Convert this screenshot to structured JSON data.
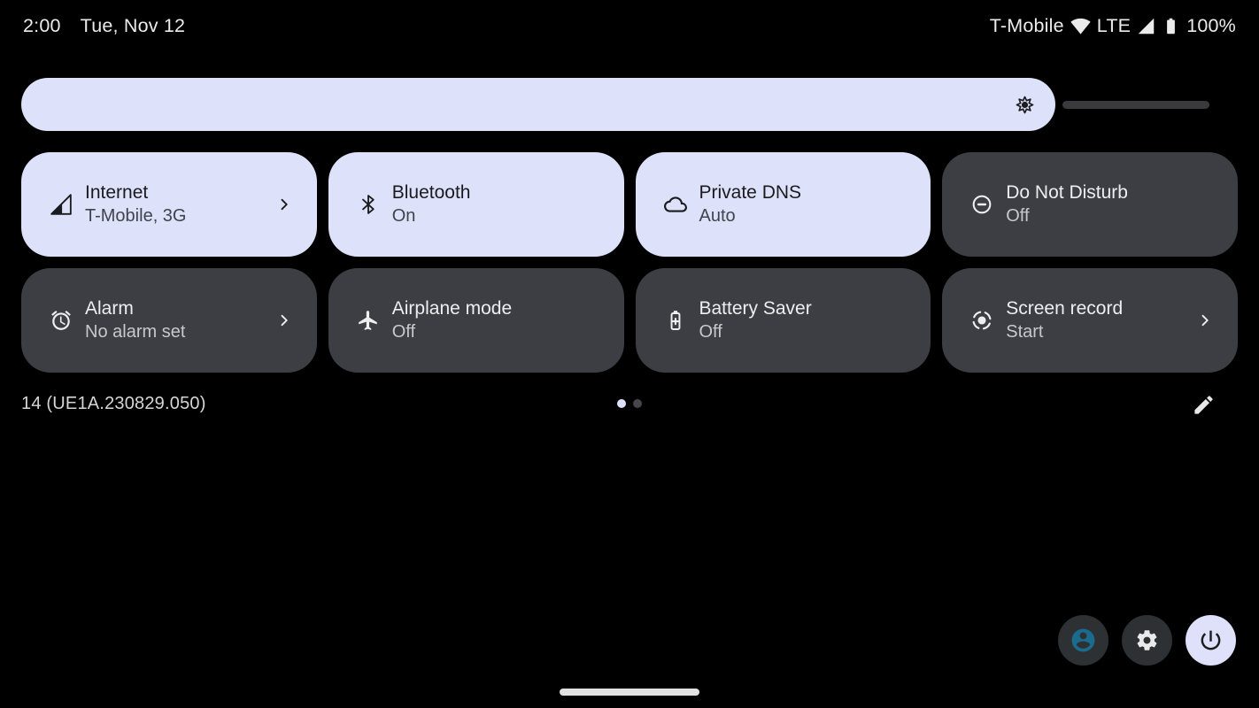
{
  "status_bar": {
    "time": "2:00",
    "date": "Tue, Nov 12",
    "carrier": "T-Mobile",
    "network_type": "LTE",
    "battery_percent": "100%",
    "icons": [
      "wifi-icon",
      "cellular-signal-icon",
      "battery-icon"
    ]
  },
  "brightness": {
    "icon": "brightness-icon",
    "value_percent": 87
  },
  "tiles": [
    {
      "name": "internet",
      "icon": "signal-icon",
      "title": "Internet",
      "subtitle": "T-Mobile, 3G",
      "active": true,
      "chevron": true
    },
    {
      "name": "bluetooth",
      "icon": "bluetooth-icon",
      "title": "Bluetooth",
      "subtitle": "On",
      "active": true,
      "chevron": false
    },
    {
      "name": "private-dns",
      "icon": "cloud-icon",
      "title": "Private DNS",
      "subtitle": "Auto",
      "active": true,
      "chevron": false
    },
    {
      "name": "do-not-disturb",
      "icon": "dnd-icon",
      "title": "Do Not Disturb",
      "subtitle": "Off",
      "active": false,
      "chevron": false
    },
    {
      "name": "alarm",
      "icon": "alarm-icon",
      "title": "Alarm",
      "subtitle": "No alarm set",
      "active": false,
      "chevron": true
    },
    {
      "name": "airplane-mode",
      "icon": "airplane-icon",
      "title": "Airplane mode",
      "subtitle": "Off",
      "active": false,
      "chevron": false
    },
    {
      "name": "battery-saver",
      "icon": "battery-saver-icon",
      "title": "Battery Saver",
      "subtitle": "Off",
      "active": false,
      "chevron": false
    },
    {
      "name": "screen-record",
      "icon": "screen-record-icon",
      "title": "Screen record",
      "subtitle": "Start",
      "active": false,
      "chevron": true
    }
  ],
  "footer": {
    "build_number": "14 (UE1A.230829.050)",
    "pager": {
      "dots": 2,
      "active": 0
    },
    "edit_icon": "pencil-icon"
  },
  "bottom_bar": {
    "buttons": [
      {
        "name": "user-switcher",
        "icon": "account-icon"
      },
      {
        "name": "settings",
        "icon": "settings-gear-icon"
      },
      {
        "name": "power",
        "icon": "power-icon"
      }
    ],
    "home_indicator": true
  },
  "colors": {
    "background": "#000000",
    "tile_active_bg": "#dde1f9",
    "tile_inactive_bg": "#3c3e43",
    "brightness_fill": "#dde1f9",
    "brightness_track": "#3a3a3c",
    "dot_active": "#dce1f9",
    "dot_inactive": "#46474d",
    "button_bg": "#2e3134",
    "power_bg": "#dee1f9",
    "accent_avatar": "#1a6b8e"
  }
}
